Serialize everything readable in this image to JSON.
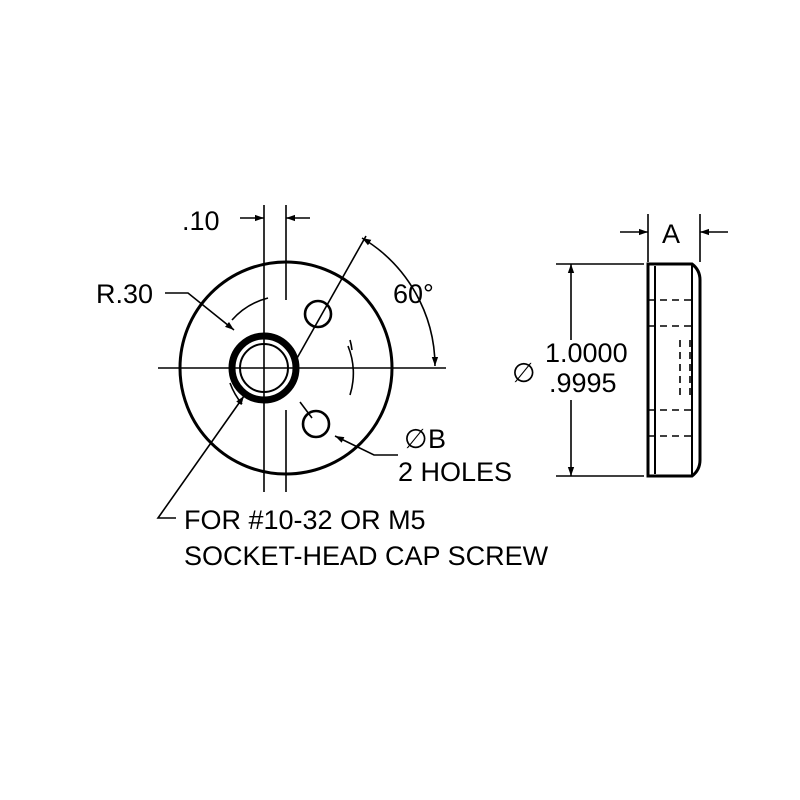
{
  "labels": {
    "offset": ".10",
    "radius": "R.30",
    "angle": "60°",
    "hole_dia_symbol": "∅",
    "hole_dia": "B",
    "hole_count": "2 HOLES",
    "screw_line1": "FOR #10-32 OR M5",
    "screw_line2": "SOCKET-HEAD CAP SCREW",
    "thickness": "A",
    "od_symbol": "∅",
    "od_upper": "1.0000",
    "od_lower": ".9995"
  }
}
